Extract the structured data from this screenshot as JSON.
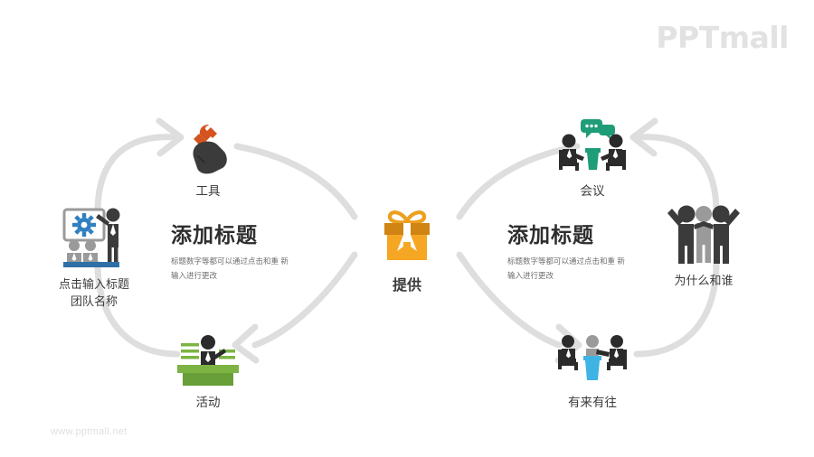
{
  "brand": {
    "logo_text": "PPTmall",
    "footer_url": "www.pptmall.net",
    "colors": {
      "arrow_gray": "#dcdcdc",
      "accent_orange": "#eda01f",
      "accent_blue": "#2f7fc0",
      "accent_green_light": "#7cb342",
      "accent_teal": "#1f9c78",
      "accent_cyan": "#3fb3e3",
      "dark": "#3b3b3b",
      "mid_gray": "#9a9a9a"
    }
  },
  "center": {
    "label": "提供",
    "icon": "gift-box-icon"
  },
  "text_blocks": [
    {
      "id": "left",
      "title": "添加标题",
      "body": "标题数字等都可以通过点击和重\n新输入进行更改"
    },
    {
      "id": "right",
      "title": "添加标题",
      "body": "标题数字等都可以通过点击和重\n新输入进行更改"
    }
  ],
  "nodes": [
    {
      "id": "team",
      "icon": "presentation-team-icon",
      "caption": "点击输入标题\n团队名称"
    },
    {
      "id": "tools",
      "icon": "hand-wrench-icon",
      "caption": "工具"
    },
    {
      "id": "event",
      "icon": "desk-person-icon",
      "caption": "活动"
    },
    {
      "id": "meeting",
      "icon": "two-people-talking-icon",
      "caption": "会议"
    },
    {
      "id": "mutual",
      "icon": "three-people-table-icon",
      "caption": "有来有往"
    },
    {
      "id": "why",
      "icon": "three-people-raised-arms-icon",
      "caption": "为什么和谁"
    }
  ],
  "connectors": [
    {
      "id": "left-upper",
      "from": "team",
      "to": "tools",
      "direction": "clockwise"
    },
    {
      "id": "left-lower",
      "from": "center",
      "to": "event",
      "direction": "clockwise"
    },
    {
      "id": "right-upper",
      "from": "why",
      "to": "meeting",
      "direction": "counter-clockwise"
    },
    {
      "id": "right-lower",
      "from": "center",
      "to": "mutual",
      "direction": "counter-clockwise"
    }
  ]
}
